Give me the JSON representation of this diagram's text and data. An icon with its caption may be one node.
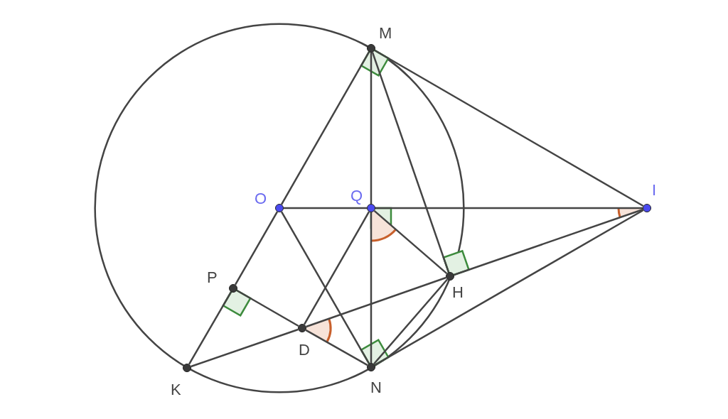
{
  "diagram": {
    "nodes": [
      {
        "text": [
          "M"
        ]
      },
      {
        "text": [
          "O"
        ]
      },
      {
        "text": [
          "Q"
        ]
      },
      {
        "text": [
          "I"
        ]
      },
      {
        "text": [
          "P"
        ]
      },
      {
        "text": [
          "H"
        ]
      },
      {
        "text": [
          "D"
        ]
      },
      {
        "text": [
          "K"
        ]
      },
      {
        "text": [
          "N"
        ]
      }
    ],
    "edges": [
      {
        "from": 0,
        "to": 1,
        "arrow": "none"
      },
      {
        "from": 0,
        "to": 2,
        "arrow": "none"
      },
      {
        "from": 2,
        "to": 8,
        "arrow": "none"
      },
      {
        "from": 0,
        "to": 3,
        "arrow": "none"
      },
      {
        "from": 0,
        "to": 5,
        "arrow": "none"
      },
      {
        "from": 1,
        "to": 2,
        "arrow": "none"
      },
      {
        "from": 2,
        "to": 3,
        "arrow": "none"
      },
      {
        "from": 1,
        "to": 4,
        "arrow": "none"
      },
      {
        "from": 4,
        "to": 7,
        "arrow": "none"
      },
      {
        "from": 1,
        "to": 8,
        "arrow": "none"
      },
      {
        "from": 4,
        "to": 6,
        "arrow": "none"
      },
      {
        "from": 6,
        "to": 8,
        "arrow": "none"
      },
      {
        "from": 2,
        "to": 6,
        "arrow": "none"
      },
      {
        "from": 2,
        "to": 5,
        "arrow": "none"
      },
      {
        "from": 7,
        "to": 6,
        "arrow": "none"
      },
      {
        "from": 6,
        "to": 5,
        "arrow": "none"
      },
      {
        "from": 5,
        "to": 3,
        "arrow": "none"
      },
      {
        "from": 8,
        "to": 3,
        "arrow": "none"
      },
      {
        "from": 8,
        "to": 5,
        "arrow": "none"
      }
    ]
  }
}
